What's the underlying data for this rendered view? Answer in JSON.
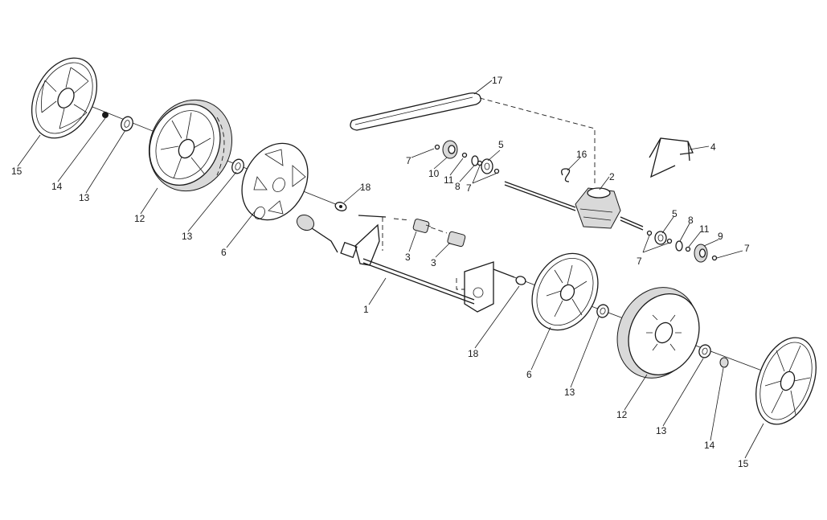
{
  "labels": {
    "l1": "1",
    "l2": "2",
    "l3a": "3",
    "l3b": "3",
    "l4": "4",
    "l5a": "5",
    "l5b": "5",
    "l6a": "6",
    "l6b": "6",
    "l7a": "7",
    "l7b": "7",
    "l7c": "7",
    "l7d": "7",
    "l8a": "8",
    "l8b": "8",
    "l9": "9",
    "l10": "10",
    "l11a": "11",
    "l11b": "11",
    "l12a": "12",
    "l12b": "12",
    "l13a": "13",
    "l13b": "13",
    "l13c": "13",
    "l13d": "13",
    "l14a": "14",
    "l14b": "14",
    "l15a": "15",
    "l15b": "15",
    "l16": "16",
    "l17": "17",
    "l18a": "18",
    "l18b": "18"
  },
  "colors": {
    "line": "#1a1a1a",
    "background": "#ffffff"
  }
}
